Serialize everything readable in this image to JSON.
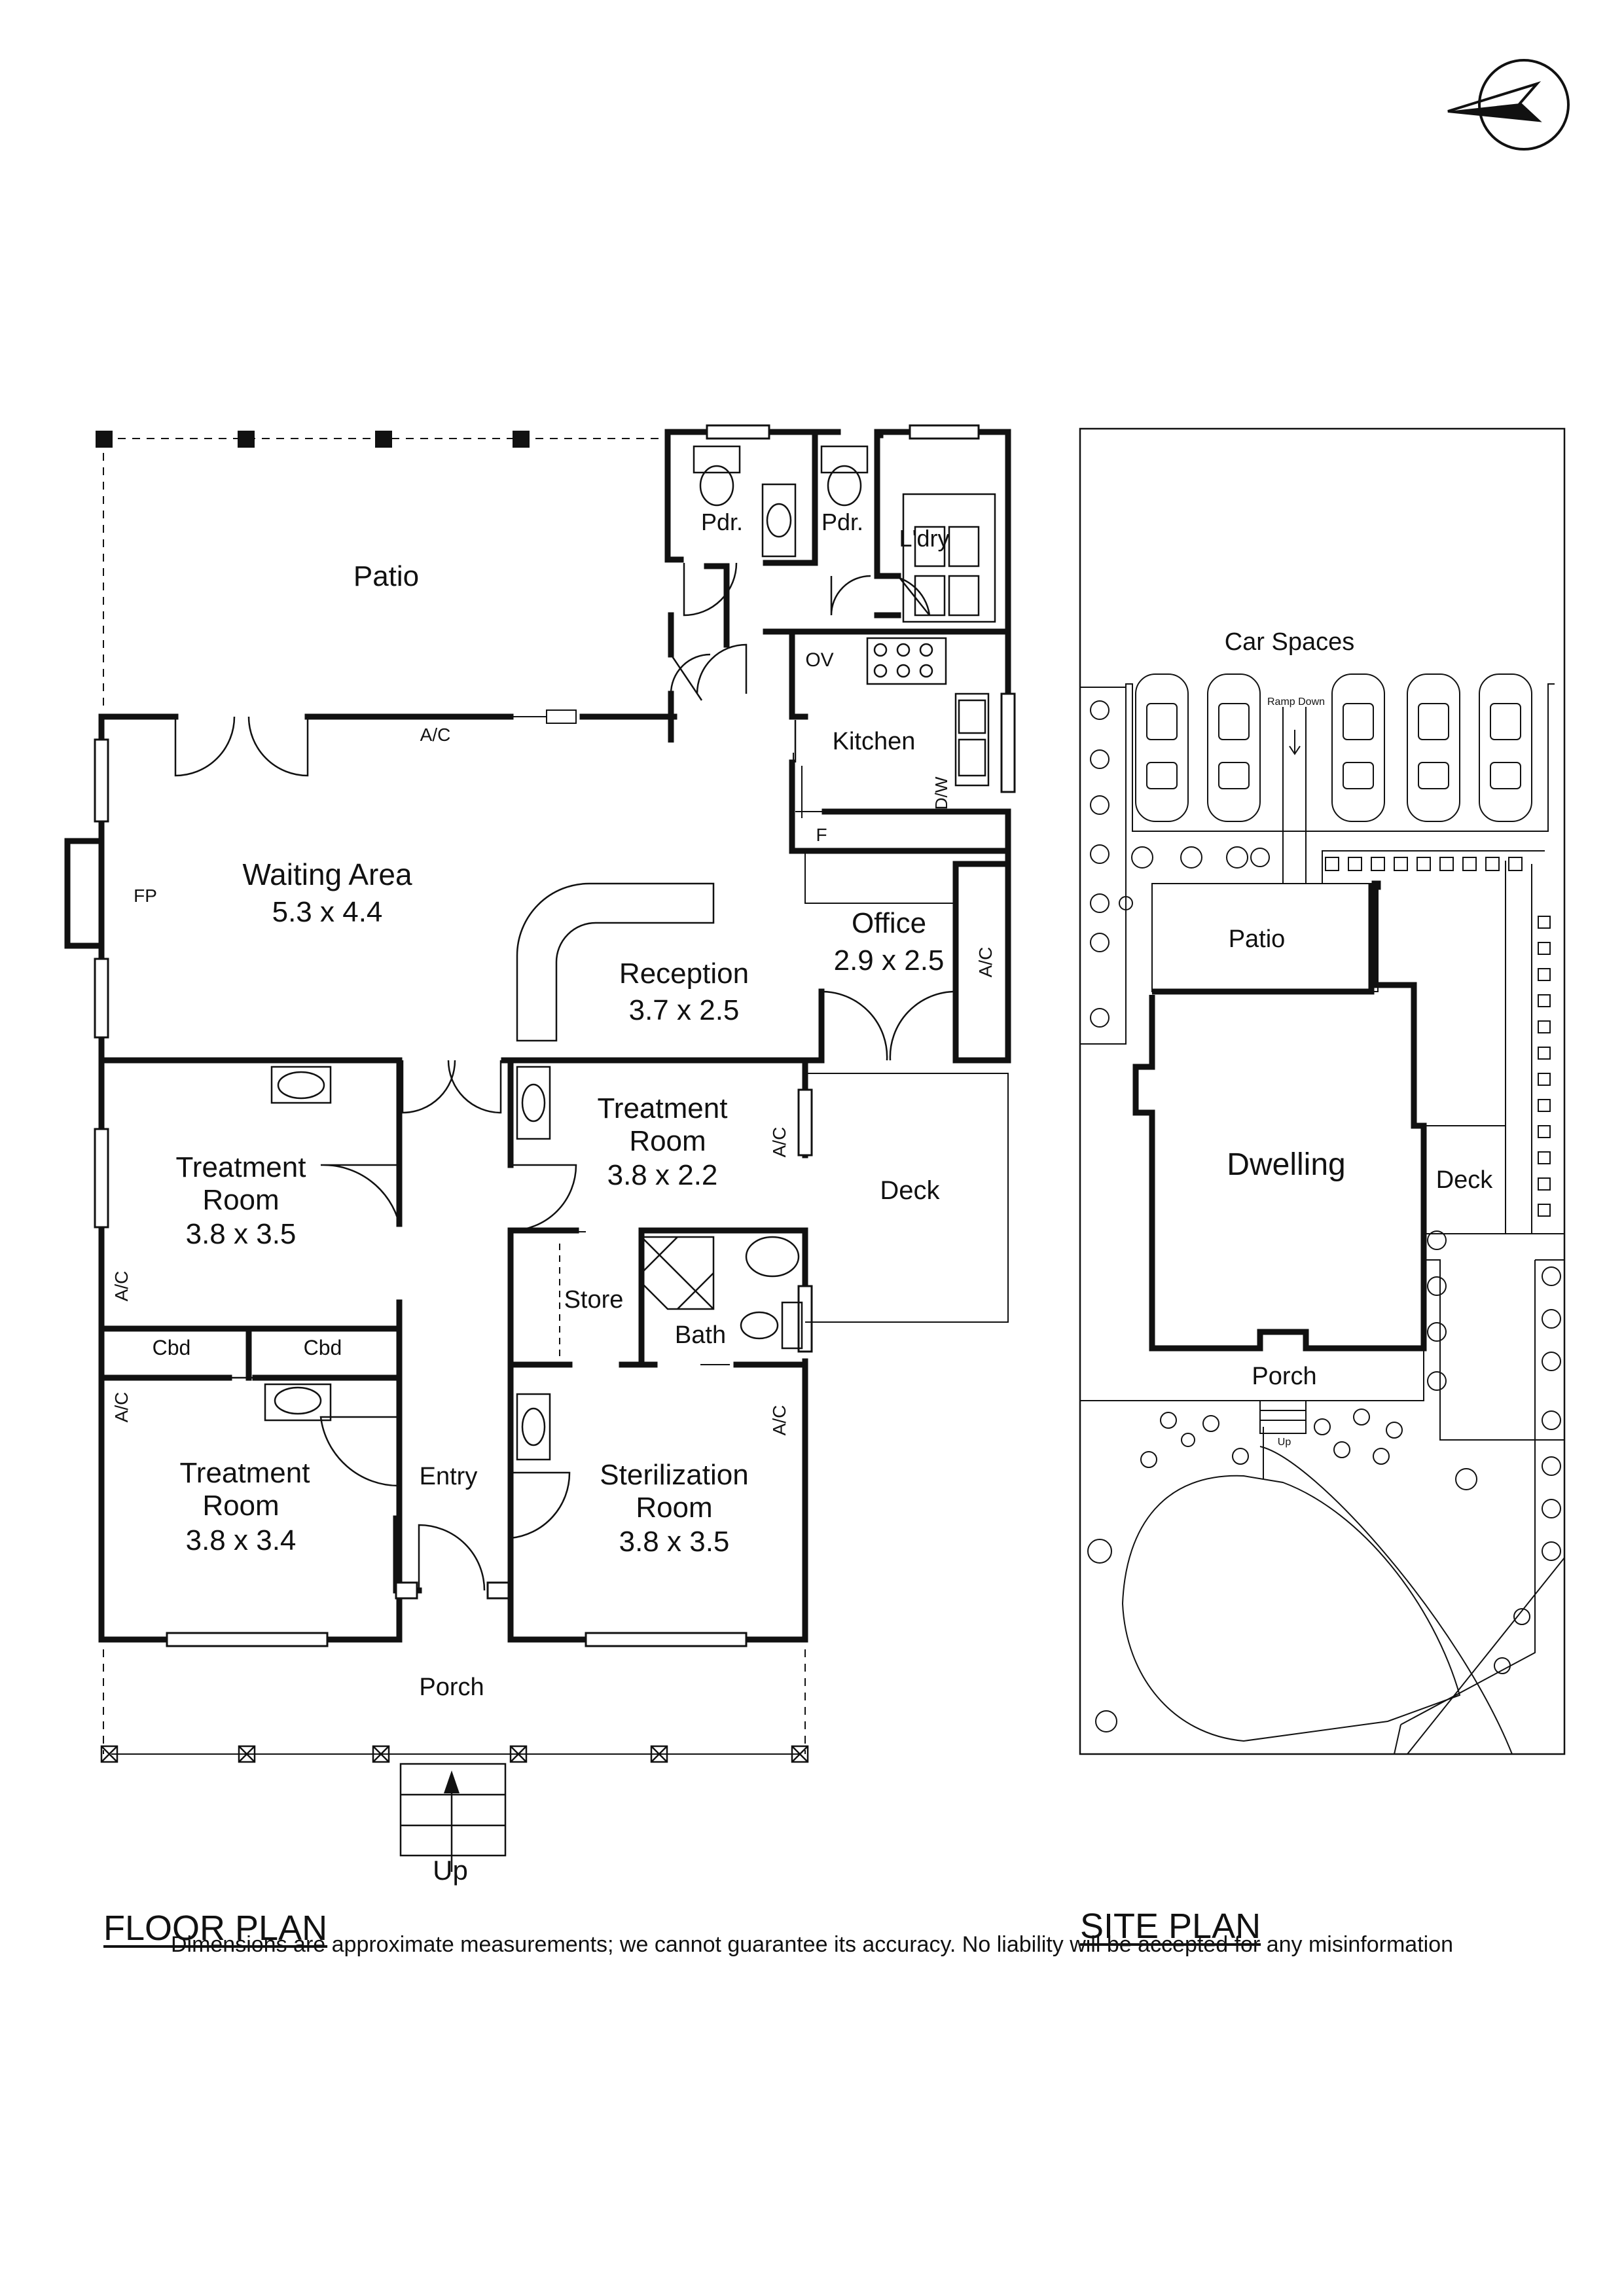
{
  "floor_plan": {
    "heading": "FLOOR PLAN",
    "rooms": {
      "patio": "Patio",
      "pdr1": "Pdr.",
      "pdr2": "Pdr.",
      "laundry": "L'dry",
      "ov": "OV",
      "kitchen": "Kitchen",
      "dw": "D/W",
      "fridge": "F",
      "fp": "FP",
      "ac_patio": "A/C",
      "waiting_name": "Waiting Area",
      "waiting_dim": "5.3 x 4.4",
      "office_name": "Office",
      "office_dim": "2.9 x 2.5",
      "office_ac": "A/C",
      "reception_name": "Reception",
      "reception_dim": "3.7 x 2.5",
      "t1_line1": "Treatment",
      "t1_line2": "Room",
      "t1_dim": "3.8 x 3.5",
      "t1_ac": "A/C",
      "t2_line1": "Treatment",
      "t2_line2": "Room",
      "t2_dim": "3.8 x 2.2",
      "t2_ac": "A/C",
      "deck": "Deck",
      "store": "Store",
      "bath": "Bath",
      "cbd1": "Cbd",
      "cbd2": "Cbd",
      "t3_line1": "Treatment",
      "t3_line2": "Room",
      "t3_dim": "3.8 x 3.4",
      "t3_ac": "A/C",
      "entry": "Entry",
      "ster_line1": "Sterilization",
      "ster_line2": "Room",
      "ster_dim": "3.8 x 3.5",
      "ster_ac": "A/C",
      "porch": "Porch",
      "up": "Up"
    }
  },
  "site_plan": {
    "heading": "SITE PLAN",
    "car_spaces": "Car Spaces",
    "ramp_down": "Ramp Down",
    "patio": "Patio",
    "dwelling": "Dwelling",
    "deck": "Deck",
    "porch": "Porch",
    "up": "Up"
  },
  "disclaimer": "Dimensions are approximate measurements; we cannot guarantee its accuracy. No liability will be accepted for any misinformation"
}
